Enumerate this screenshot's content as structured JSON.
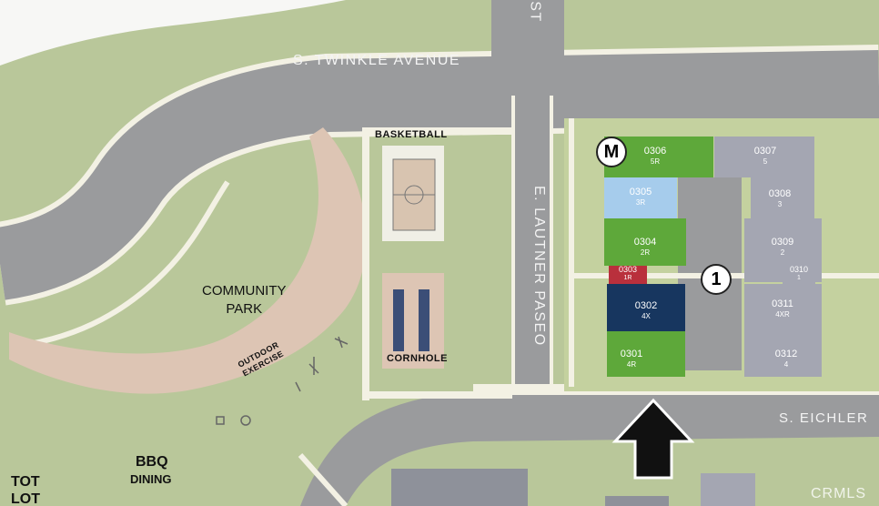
{
  "streets": {
    "top_right": "ST",
    "twinkle": "S. TWINKLE AVENUE",
    "lautner": "E. LAUTNER PASEO",
    "eichler": "S.  EICHLER"
  },
  "amenities": {
    "basketball": "BASKETBALL",
    "cornhole": "CORNHOLE",
    "community_park_line1": "COMMUNITY",
    "community_park_line2": "PARK",
    "outdoor_exercise_line1": "OUTDOOR",
    "outdoor_exercise_line2": "EXERCISE",
    "bbq_line1": "BBQ",
    "bbq_line2": "DINING",
    "tot_lot_line1": "TOT",
    "tot_lot_line2": "LOT"
  },
  "badges": {
    "model": "M",
    "building": "1"
  },
  "units": [
    {
      "number": "0306",
      "type": "5R",
      "status_color": "#5ea83a"
    },
    {
      "number": "0305",
      "type": "3R",
      "status_color": "#a6ccec"
    },
    {
      "number": "0304",
      "type": "2R",
      "status_color": "#5ea83a"
    },
    {
      "number": "0303",
      "type": "1R",
      "status_color": "#b9303c"
    },
    {
      "number": "0302",
      "type": "4X",
      "status_color": "#17365f"
    },
    {
      "number": "0301",
      "type": "4R",
      "status_color": "#5ea83a"
    },
    {
      "number": "0307",
      "type": "5",
      "status_color": "#a4a6b2"
    },
    {
      "number": "0308",
      "type": "3",
      "status_color": "#a4a6b2"
    },
    {
      "number": "0309",
      "type": "2",
      "status_color": "#a4a6b2"
    },
    {
      "number": "0310",
      "type": "1",
      "status_color": "#a4a6b2"
    },
    {
      "number": "0311",
      "type": "4XR",
      "status_color": "#a4a6b2"
    },
    {
      "number": "0312",
      "type": "4",
      "status_color": "#a4a6b2"
    }
  ],
  "colors": {
    "grass": "#b9c79a",
    "road": "#9a9b9d",
    "path": "#f3f1e4",
    "plaza": "#ddc5b4",
    "sold": "#5ea83a",
    "available": "#a6ccec",
    "model": "#b9303c",
    "reserved": "#17365f",
    "future": "#a4a6b2"
  },
  "watermark": "CRMLS"
}
